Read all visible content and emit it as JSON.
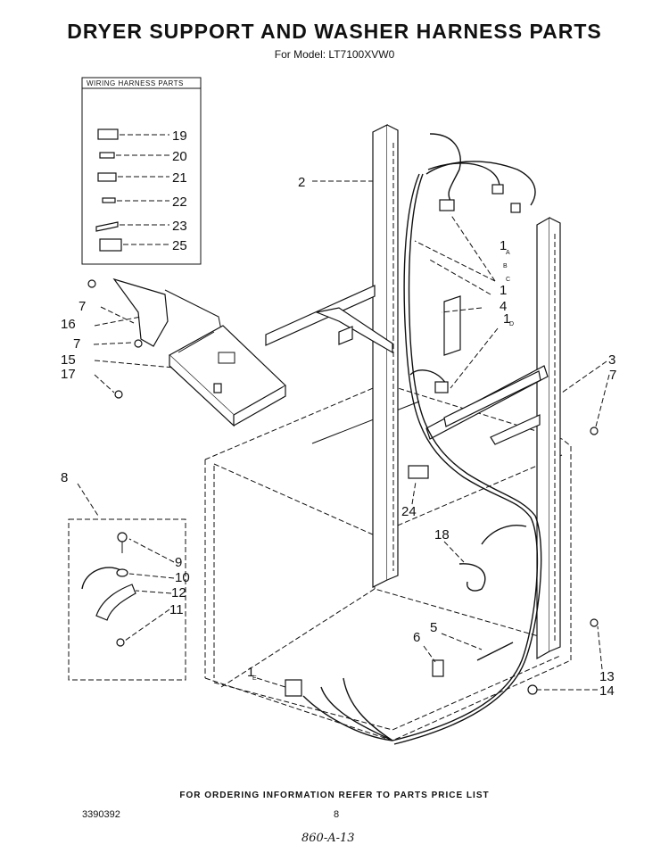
{
  "header": {
    "title": "DRYER SUPPORT AND WASHER HARNESS PARTS",
    "model": "For Model: LT7100XVW0"
  },
  "inset_box": {
    "title": "WIRING HARNESS PARTS",
    "items": [
      "19",
      "20",
      "21",
      "22",
      "23",
      "25"
    ]
  },
  "callouts": {
    "c2": "2",
    "c1": "1",
    "c1a": "A",
    "c1b": "B",
    "c1c": "C",
    "c4": "4",
    "c1d": "D",
    "c3": "3",
    "c7r": "7",
    "c7a": "7",
    "c16": "16",
    "c7b": "7",
    "c15": "15",
    "c17": "17",
    "c8": "8",
    "c9": "9",
    "c10": "10",
    "c12": "12",
    "c11": "11",
    "c24": "24",
    "c18": "18",
    "c5": "5",
    "c6": "6",
    "c1e": "E",
    "c13": "13",
    "c14": "14"
  },
  "footer": {
    "ordering": "FOR ORDERING INFORMATION REFER TO PARTS PRICE LIST",
    "doc_number": "3390392",
    "page": "8",
    "handwritten": "860-A-13"
  }
}
